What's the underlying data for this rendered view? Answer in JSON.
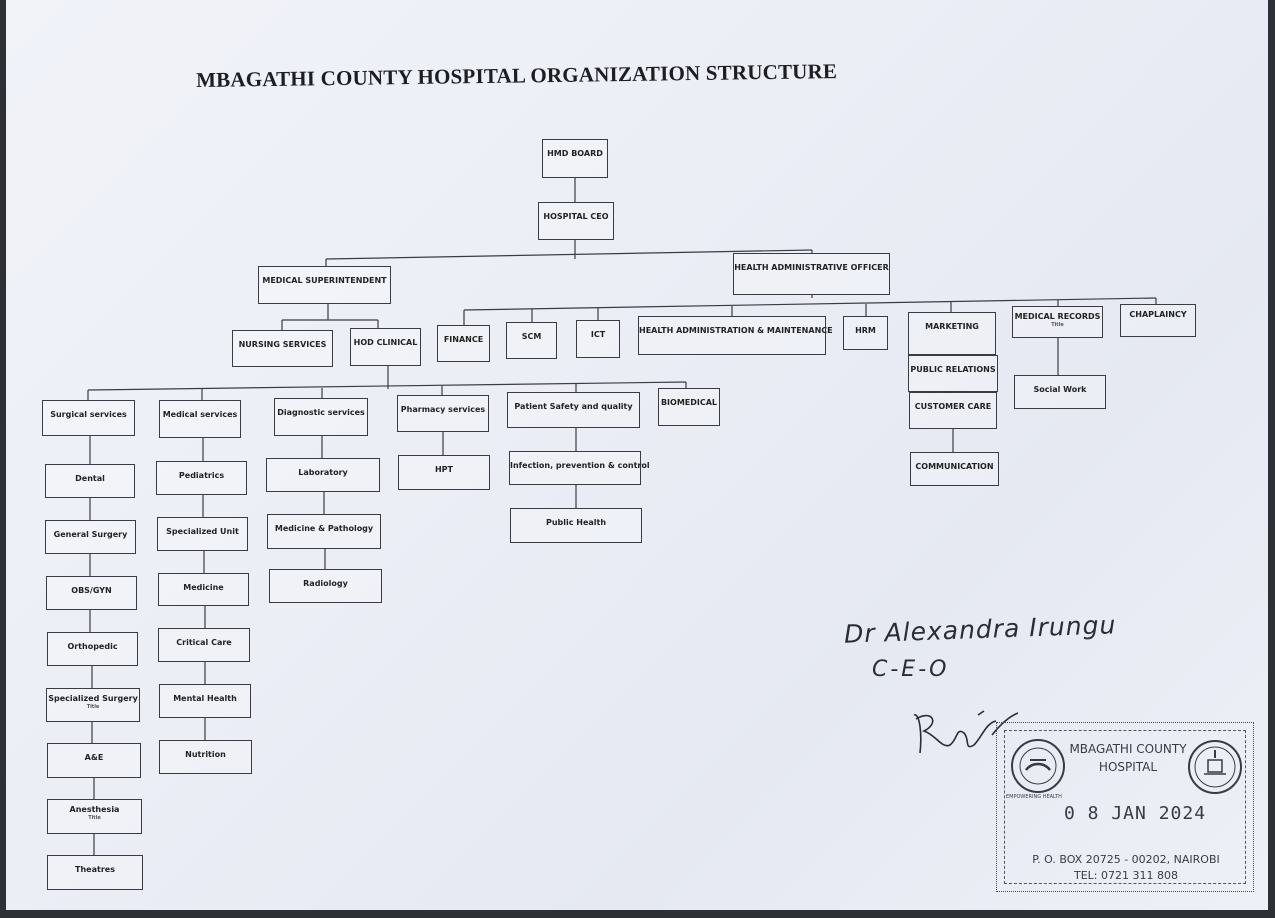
{
  "title": "MBAGATHI COUNTY HOSPITAL ORGANIZATION STRUCTURE",
  "nodes": {
    "hmd_board": "HMD BOARD",
    "hospital_ceo": "HOSPITAL CEO",
    "medical_superintendent": "MEDICAL SUPERINTENDENT",
    "health_admin_officer": "HEALTH ADMINISTRATIVE OFFICER",
    "nursing_services": "NURSING SERVICES",
    "hod_clinical": "HOD CLINICAL",
    "finance": "FINANCE",
    "scm": "SCM",
    "ict": "ICT",
    "health_admin_maint": "HEALTH ADMINISTRATION & MAINTENANCE",
    "hrm": "HRM",
    "marketing": "MARKETING",
    "public_relations": "PUBLIC RELATIONS",
    "customer_care": "CUSTOMER CARE",
    "communication": "COMMUNICATION",
    "medical_records": "MEDICAL RECORDS",
    "medical_records_sub": "Title",
    "social_work": "Social Work",
    "chaplaincy": "CHAPLAINCY",
    "surgical_services": "Surgical services",
    "dental": "Dental",
    "general_surgery": "General Surgery",
    "obsgyn": "OBS/GYN",
    "orthopedic": "Orthopedic",
    "specialized_surgery": "Specialized Surgery",
    "specialized_surgery_sub": "Title",
    "ae": "A&E",
    "anesthesia": "Anesthesia",
    "anesthesia_sub": "Title",
    "theatres": "Theatres",
    "medical_services": "Medical services",
    "pediatrics": "Pediatrics",
    "specialized_unit": "Specialized Unit",
    "medicine": "Medicine",
    "critical_care": "Critical Care",
    "mental_health": "Mental Health",
    "nutrition": "Nutrition",
    "diagnostic_services": "Diagnostic services",
    "laboratory": "Laboratory",
    "medicine_pathology": "Medicine & Pathology",
    "radiology": "Radiology",
    "pharmacy_services": "Pharmacy services",
    "hpt": "HPT",
    "patient_safety": "Patient Safety and quality",
    "infection_prevention": "Infection, prevention & control",
    "public_health": "Public Health",
    "biomedical": "BIOMEDICAL"
  },
  "signature": {
    "name": "Dr Alexandra Irungu",
    "role": "C-E-O"
  },
  "stamp": {
    "org_line1": "MBAGATHI COUNTY",
    "org_line2": "HOSPITAL",
    "date": "0 8 JAN 2024",
    "address": "P. O. BOX 20725 - 00202, NAIROBI",
    "tel": "TEL: 0721 311 808",
    "logo_motto": "EMPOWERING HEALTH"
  },
  "colors": {
    "paper": "#eceef6",
    "ink": "#222222",
    "background": "#2d3136"
  }
}
